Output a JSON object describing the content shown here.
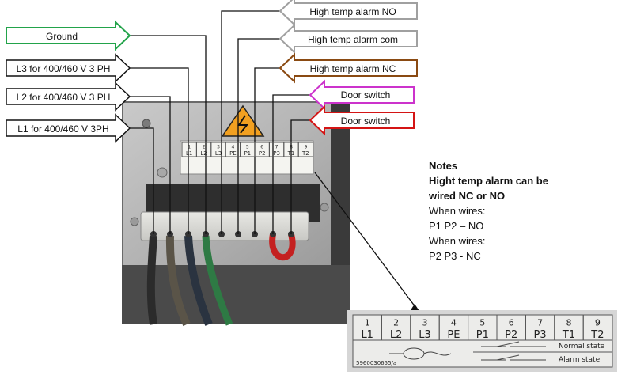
{
  "labels": {
    "ground": "Ground",
    "l3": "L3 for 400/460  V 3 PH",
    "l2": "L2 for 400/460  V 3 PH",
    "l1": "L1 for 400/460  V 3PH",
    "high_temp_no": "High temp  alarm NO",
    "high_temp_com": "High temp  alarm com",
    "high_temp_nc": "High temp  alarm NC",
    "door_switch_1": "Door  switch",
    "door_switch_2": "Door  switch"
  },
  "colors": {
    "ground": "#22a34a",
    "high_temp_no": "#a0a0a0",
    "high_temp_com": "#a0a0a0",
    "high_temp_nc": "#8a4a12",
    "door_switch_1": "#cc33cc",
    "door_switch_2": "#d41414",
    "l_lines": "#111111",
    "warning": "#f2a020"
  },
  "terminal_block": {
    "numbers": [
      "1",
      "2",
      "3",
      "4",
      "5",
      "6",
      "7",
      "8",
      "9"
    ],
    "codes": [
      "L1",
      "L2",
      "L3",
      "PE",
      "P1",
      "P2",
      "P3",
      "T1",
      "T2"
    ],
    "normal_state": "Normal state",
    "alarm_state": "Alarm state",
    "serial": "5960030655/a"
  },
  "notes": {
    "title": "Notes",
    "line1": "Hight temp alarm can be",
    "line2": "wired NC or NO",
    "line3": "When wires:",
    "line4": "P1 P2 – NO",
    "line5": "When wires:",
    "line6": "P2 P3 - NC"
  }
}
